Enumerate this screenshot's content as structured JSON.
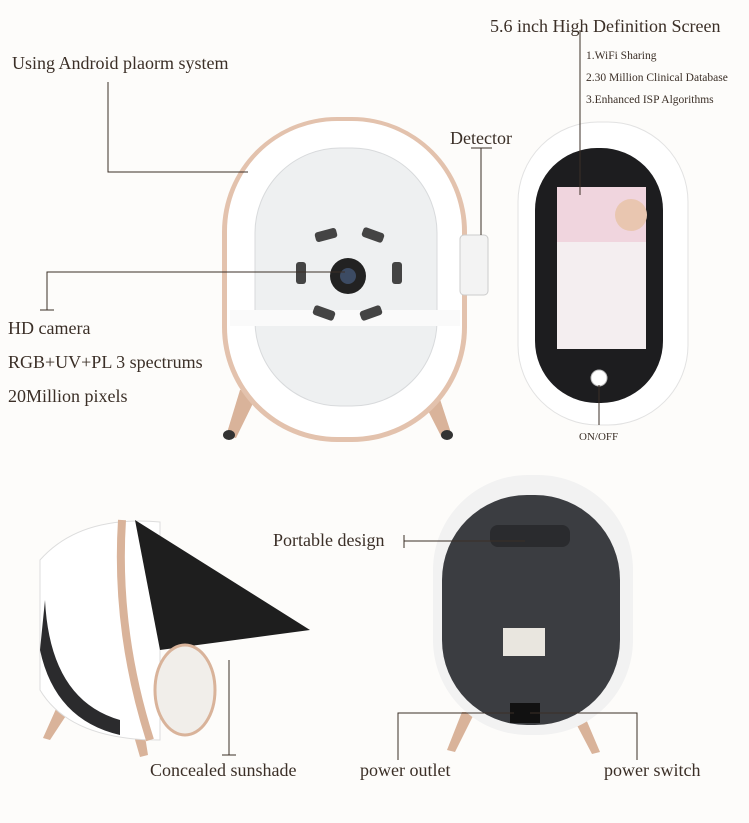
{
  "labels": {
    "android": "Using Android plaorm system",
    "screen_title": "5.6 inch High Definition Screen",
    "screen_features": [
      "1.WiFi Sharing",
      "2.30 Million Clinical Database",
      "3.Enhanced ISP Algorithms"
    ],
    "detector": "Detector",
    "camera": [
      "HD camera",
      "RGB+UV+PL 3 spectrums",
      "20Million pixels"
    ],
    "on_off": "ON/OFF",
    "portable": "Portable design",
    "sunshade": "Concealed sunshade",
    "power_outlet": "power outlet",
    "power_switch": "power switch"
  },
  "colors": {
    "text": "#3b2f27",
    "rose_gold": "#d9b39a",
    "device_white": "#ffffff",
    "device_black": "#2b2b2d"
  }
}
